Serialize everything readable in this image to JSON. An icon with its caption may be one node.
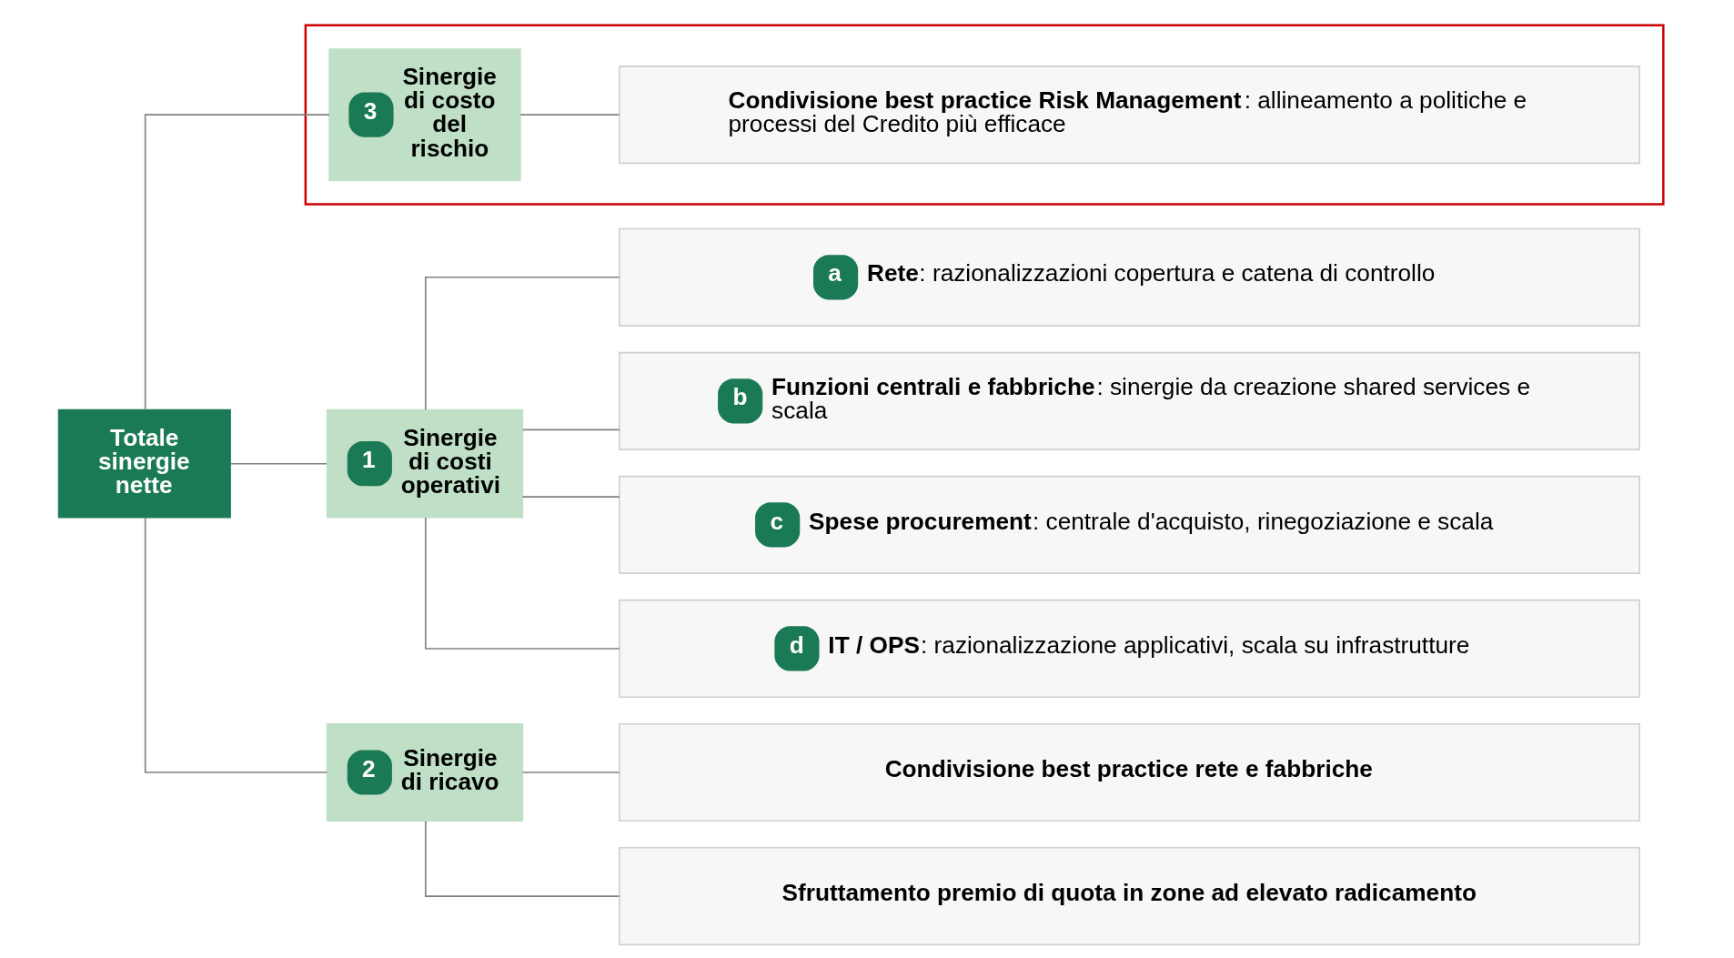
{
  "diagram": {
    "nodes": [
      {
        "text": [
          "Totale sinergie nette"
        ]
      },
      {
        "text": [
          "1",
          "Sinergie di costi operativi"
        ]
      },
      {
        "text": [
          "a",
          "**Rete**: razionalizzazioni copertura e catena di controllo"
        ]
      },
      {
        "text": [
          "b",
          "**Funzioni centrali e fabbriche**: sinergie da creazione shared services e scala"
        ]
      },
      {
        "text": [
          "c",
          "**Spese procurement**: centrale d'acquisto, rinegoziazione e scala"
        ]
      },
      {
        "text": [
          "d",
          "**IT / OPS**: razionalizzazione applicativi, scala su infrastrutture"
        ]
      },
      {
        "text": [
          "2",
          "Sinergie di ricavo"
        ]
      },
      {
        "text": [
          "Condivisione best practice rete e fabbriche"
        ]
      },
      {
        "text": [
          "Sfruttamento premio di quota in zone ad elevato radicamento"
        ]
      },
      {
        "text": [],
        "shape": "box"
      },
      {
        "text": [
          "3",
          "Sinergie di costo del rischio"
        ],
        "in": 9
      },
      {
        "text": [
          "**Condivisione best practice Risk Management**: allineamento a politiche e processi del Credito più efficace"
        ],
        "in": 9
      }
    ],
    "edges": [
      {
        "from": 0,
        "to": 1,
        "arrow": "none"
      },
      {
        "from": 0,
        "to": 6,
        "arrow": "none"
      },
      {
        "from": 0,
        "to": 10,
        "arrow": "none"
      },
      {
        "from": 1,
        "to": 2,
        "arrow": "none"
      },
      {
        "from": 1,
        "to": 3,
        "arrow": "none"
      },
      {
        "from": 1,
        "to": 4,
        "arrow": "none"
      },
      {
        "from": 1,
        "to": 5,
        "arrow": "none"
      },
      {
        "from": 6,
        "to": 7,
        "arrow": "none"
      },
      {
        "from": 6,
        "to": 8,
        "arrow": "none"
      },
      {
        "from": 10,
        "to": 11,
        "arrow": "none"
      }
    ]
  }
}
